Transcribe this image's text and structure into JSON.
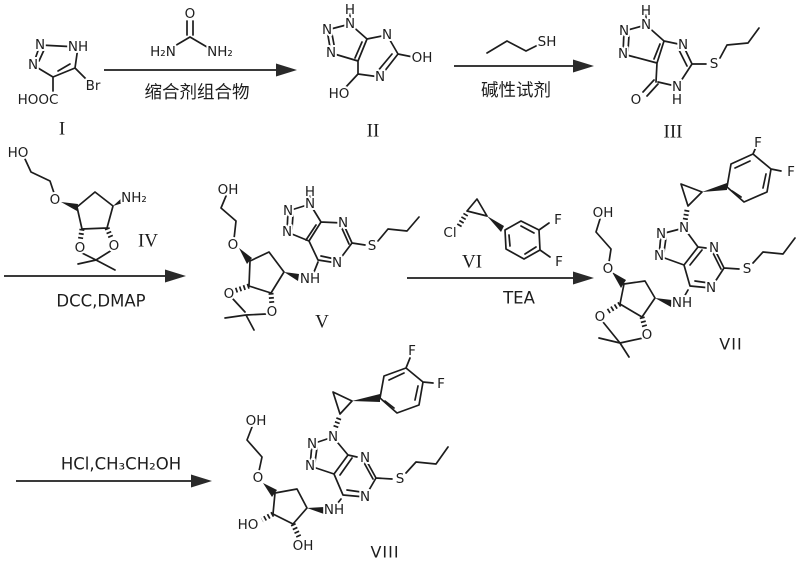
{
  "colors": {
    "ink": "#1d1d1d",
    "background": "#ffffff"
  },
  "compounds": {
    "I": {
      "numeral": "I",
      "atoms": {
        "N_top": "N",
        "NH": "NH",
        "N_left": "N",
        "Br": "Br",
        "HOOC": "HOOC"
      }
    },
    "urea": {
      "atoms": {
        "O": "O",
        "H2N": "H₂N",
        "NH2": "NH₂"
      }
    },
    "II": {
      "numeral": "II",
      "atoms": {
        "H": "H",
        "N3": "N",
        "N2": "N",
        "N1": "N",
        "N4": "N",
        "N6": "N",
        "OH": "OH",
        "HO": "HO"
      }
    },
    "propanethiol": {
      "atoms": {
        "SH": "SH"
      }
    },
    "III": {
      "numeral": "III",
      "atoms": {
        "H": "H",
        "N3": "N",
        "N2": "N",
        "N1": "N",
        "N4": "N",
        "N6": "N",
        "NH_H": "H",
        "S": "S",
        "O": "O"
      }
    },
    "IV": {
      "numeral": "IV",
      "atoms": {
        "HO": "HO",
        "O_ether": "O",
        "NH2": "NH₂",
        "O_left": "O",
        "O_right": "O"
      }
    },
    "V": {
      "numeral": "V",
      "atoms": {
        "OH": "OH",
        "O_ether": "O",
        "NH": "NH",
        "H": "H",
        "N3": "N",
        "N2": "N",
        "N1": "N",
        "N4": "N",
        "N6": "N",
        "S": "S",
        "O_left": "O",
        "O_right": "O"
      }
    },
    "VI": {
      "numeral": "VI",
      "atoms": {
        "Cl": "Cl",
        "F_meta": "F",
        "F_para": "F"
      }
    },
    "VII": {
      "numeral": "VII",
      "atoms": {
        "OH": "OH",
        "O_ether": "O",
        "NH": "NH",
        "N3": "N",
        "N2": "N",
        "N1": "N",
        "N4": "N",
        "N6": "N",
        "S": "S",
        "O_left": "O",
        "O_right": "O",
        "F_meta": "F",
        "F_para": "F"
      }
    },
    "VIII": {
      "numeral": "VIII",
      "atoms": {
        "OH_top": "OH",
        "O_ether": "O",
        "NH": "NH",
        "N3": "N",
        "N2": "N",
        "N1": "N",
        "N4": "N",
        "N6": "N",
        "S": "S",
        "HO": "HO",
        "OH_bottom": "OH",
        "F_meta": "F",
        "F_para": "F"
      }
    }
  },
  "steps": {
    "step1": {
      "below": "缩合剂组合物"
    },
    "step2": {
      "below": "碱性试剂"
    },
    "step3": {
      "below": "DCC,DMAP"
    },
    "step4": {
      "below": "TEA"
    },
    "step5": {
      "above": "HCl,CH₃CH₂OH"
    }
  }
}
